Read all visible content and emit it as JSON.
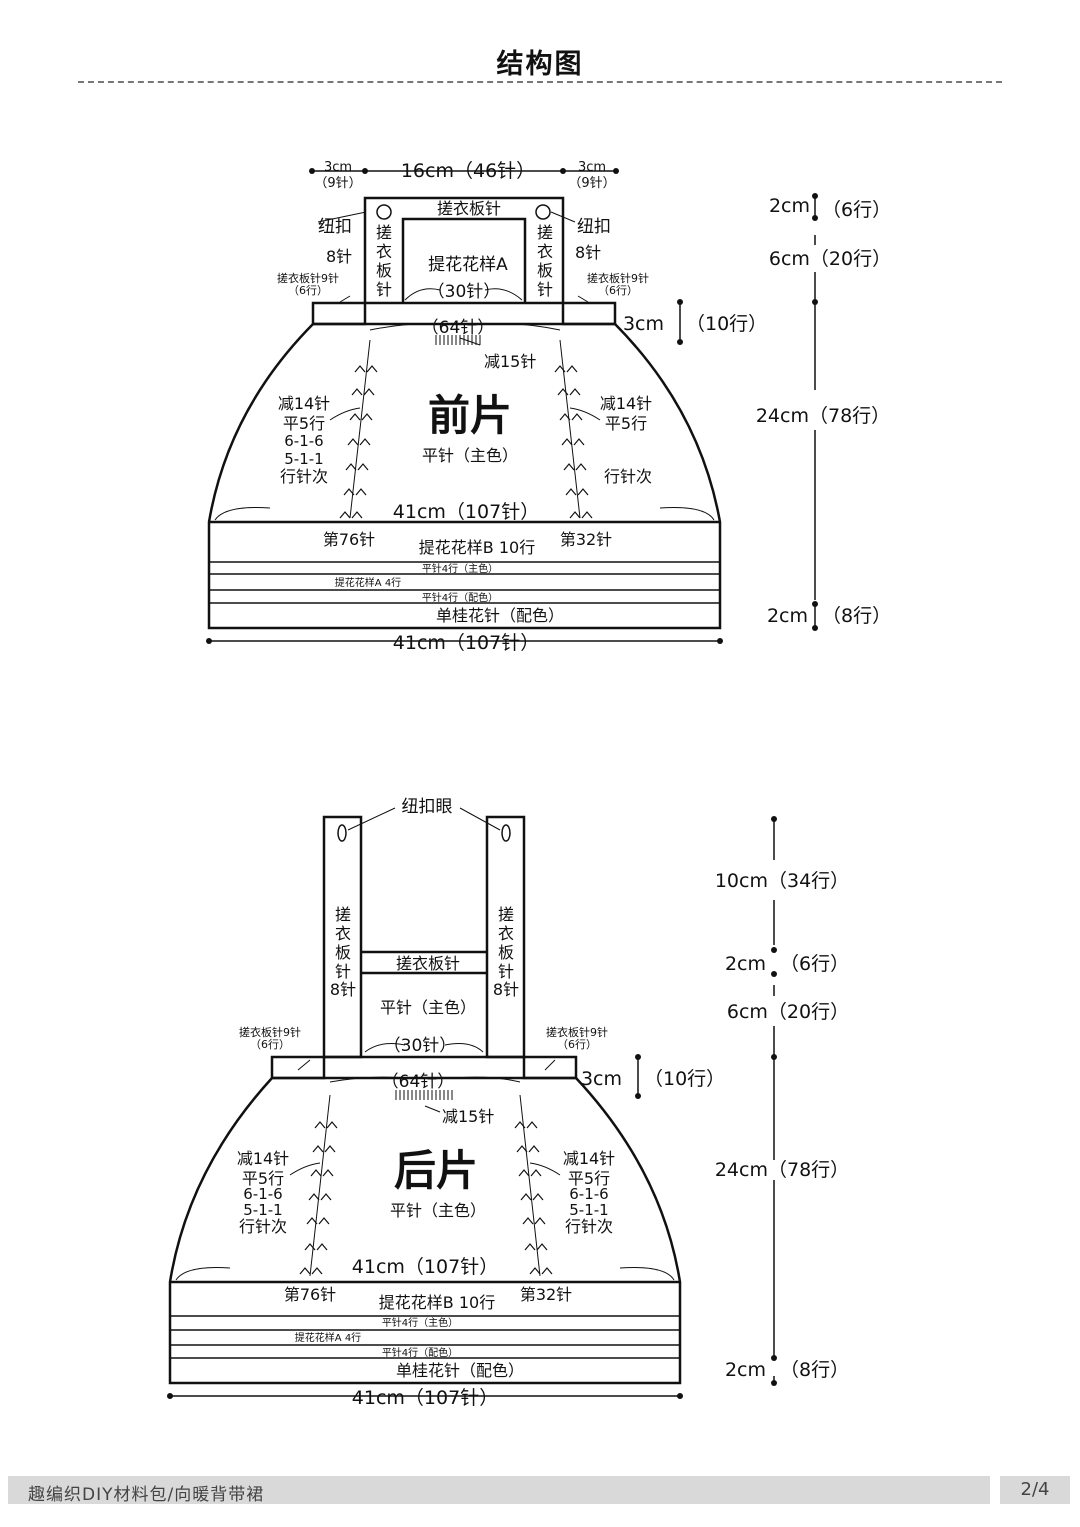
{
  "page": {
    "title": "结构图",
    "footer": "趣编织DIY材料包/向暖背带裙",
    "page_number": "2/4"
  },
  "front": {
    "name": "前片",
    "body_stitch": "平针（主色）",
    "top_width": "16cm（46针）",
    "side_cm": "3cm",
    "side_st": "（9针）",
    "button": "纽扣",
    "band_st": "8针",
    "band_vertical": [
      "搓",
      "衣",
      "板",
      "针"
    ],
    "neck_band": "搓衣板针",
    "bib_pattern": "提花花样A",
    "bib_st": "（30针）",
    "shoulder": "搓衣板针9针",
    "shoulder_rows": "（6行）",
    "waist_st": "（64针）",
    "dec_center": "减15针",
    "dec_side": "减14针",
    "flat_rows": "平5行",
    "seq1": "6-1-6",
    "seq2": "5-1-1",
    "seq3": "行针次",
    "hem_width": "41cm（107针）",
    "st76": "第76针",
    "st32": "第32针",
    "band_b": "提花花样B 10行",
    "band_p1": "平针4行（主色）",
    "band_a": "提花花样A 4行",
    "band_p2": "平针4行（配色）",
    "band_seed": "单桂花针（配色）",
    "bottom_width": "41cm（107针）",
    "dims": {
      "d1_cm": "2cm",
      "d1_rows": "（6行）",
      "d2": "6cm（20行）",
      "d3_cm": "3cm",
      "d3_rows": "（10行）",
      "d4": "24cm（78行）",
      "d5_cm": "2cm",
      "d5_rows": "（8行）"
    }
  },
  "back": {
    "name": "后片",
    "body_stitch": "平针（主色）",
    "buttonhole": "纽扣眼",
    "band_vertical": [
      "搓",
      "衣",
      "板",
      "针"
    ],
    "band_st": "8针",
    "neck_band": "搓衣板针",
    "bib_pattern": "平针（主色）",
    "bib_st": "（30针）",
    "shoulder": "搓衣板针9针",
    "shoulder_rows": "（6行）",
    "waist_st": "（64针）",
    "dec_center": "减15针",
    "dec_side": "减14针",
    "flat_rows": "平5行",
    "seq1": "6-1-6",
    "seq2": "5-1-1",
    "seq3": "行针次",
    "hem_width": "41cm（107针）",
    "st76": "第76针",
    "st32": "第32针",
    "band_b": "提花花样B 10行",
    "band_p1": "平针4行（主色）",
    "band_a": "提花花样A 4行",
    "band_p2": "平针4行（配色）",
    "band_seed": "单桂花针（配色）",
    "bottom_width": "41cm（107针）",
    "dims": {
      "d0": "10cm（34行）",
      "d1_cm": "2cm",
      "d1_rows": "（6行）",
      "d2": "6cm（20行）",
      "d3_cm": "3cm",
      "d3_rows": "（10行）",
      "d4": "24cm（78行）",
      "d5_cm": "2cm",
      "d5_rows": "（8行）"
    }
  }
}
